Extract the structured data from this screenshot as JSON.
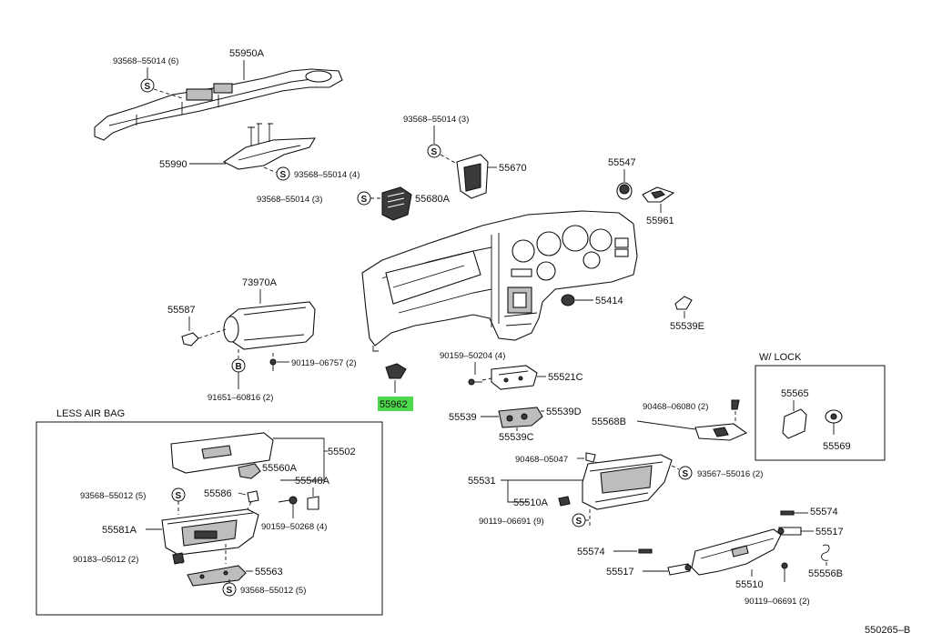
{
  "labels": {
    "p55950a": "55950A",
    "p93568_55014_6": "93568–55014 (6)",
    "p55990": "55990",
    "p93568_55014_4": "93568–55014 (4)",
    "p93568_55014_3a": "93568–55014 (3)",
    "p55680a": "55680A",
    "p93568_55014_3b": "93568–55014 (3)",
    "p55670": "55670",
    "p55547": "55547",
    "p55961": "55961",
    "p73970a": "73970A",
    "p55587": "55587",
    "p90119_06757_2": "90119–06757 (2)",
    "p91651_60816_2": "91651–60816 (2)",
    "p55414": "55414",
    "p55539e": "55539E",
    "p90159_50204_4": "90159–50204 (4)",
    "p55521c": "55521C",
    "p55962": "55962",
    "p55539": "55539",
    "p55539d": "55539D",
    "p55539c": "55539C",
    "p90468_06080_2": "90468–06080 (2)",
    "p55568b": "55568B",
    "p55565": "55565",
    "p55569": "55569",
    "p90468_05047": "90468–05047",
    "p55531": "55531",
    "p93567_55016_2": "93567–55016 (2)",
    "p55510a": "55510A",
    "p90119_06691_9": "90119–06691 (9)",
    "p55574a": "55574",
    "p55517a": "55517",
    "p55574b": "55574",
    "p55517b": "55517",
    "p55556b": "55556B",
    "p55510": "55510",
    "p90119_06691_2": "90119–06691 (2)",
    "p55502": "55502",
    "p55560a": "55560A",
    "p55548a": "55548A",
    "p93568_55012_5a": "93568–55012 (5)",
    "p55586": "55586",
    "p55581a": "55581A",
    "p90159_50268_4": "90159–50268 (4)",
    "p90183_05012_2": "90183–05012 (2)",
    "p55563": "55563",
    "p93568_55012_5b": "93568–55012 (5)"
  },
  "sections": {
    "less_air_bag": "LESS AIR BAG",
    "w_lock": "W/ LOCK"
  },
  "symbols": {
    "s": "S",
    "b": "B"
  },
  "footer": {
    "diagram_code": "550265–B"
  },
  "highlight": {
    "part": "55962",
    "color": "#4cd94c"
  }
}
